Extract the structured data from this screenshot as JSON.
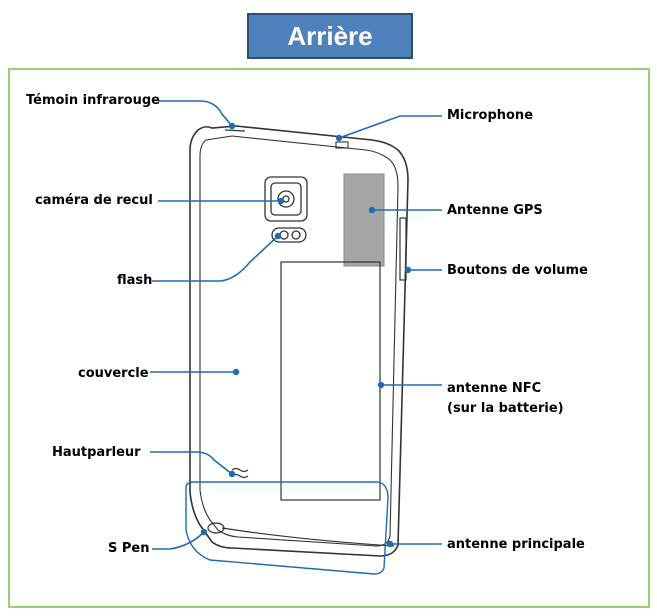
{
  "title": "Arrière",
  "colors": {
    "title_bg": "#4f81bd",
    "frame": "#9bd072",
    "leader": "#1f6cb0",
    "phone_outline": "#333333"
  },
  "labels": {
    "infrared": "Témoin infrarouge",
    "microphone": "Microphone",
    "camera": "caméra de recul",
    "gps": "Antenne GPS",
    "flash": "flash",
    "volume": "Boutons de volume",
    "cover": "couvercle",
    "nfc_line1": "antenne NFC",
    "nfc_line2": "(sur la batterie)",
    "speaker": "Hautparleur",
    "spen": "S Pen",
    "main_antenna": "antenne principale"
  }
}
